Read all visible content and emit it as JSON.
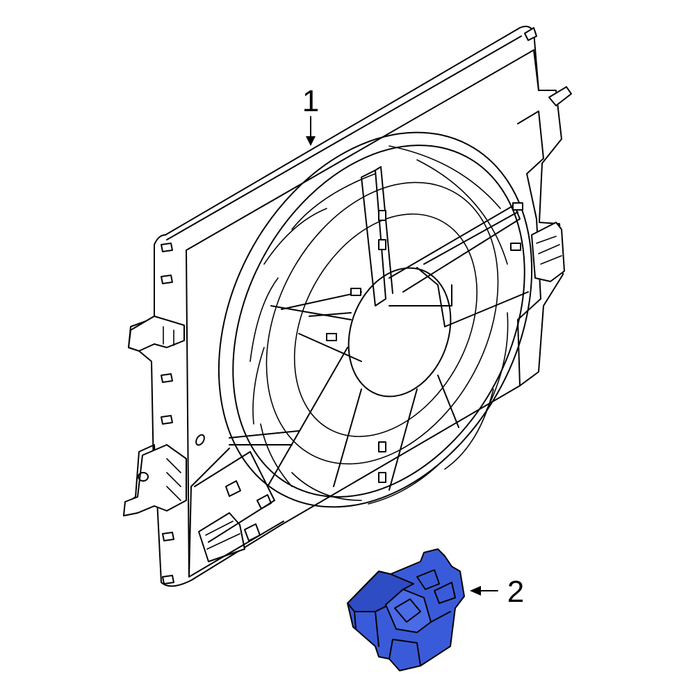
{
  "callouts": [
    {
      "label": "1",
      "part": "fan-shroud-assembly"
    },
    {
      "label": "2",
      "part": "fan-control-module"
    }
  ],
  "colors": {
    "line": "#000000",
    "background": "#ffffff",
    "highlight": "#3a5bd9"
  }
}
